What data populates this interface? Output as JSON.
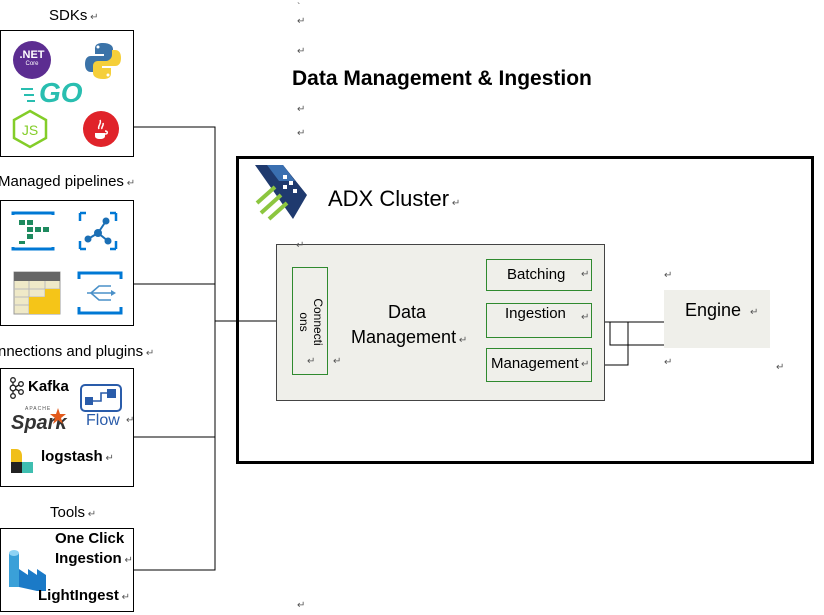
{
  "title": "Data Management & Ingestion",
  "groups": {
    "sdks": "SDKs",
    "managed_pipelines": "Managed pipelines",
    "connections_plugins": "nnections and plugins",
    "tools": "Tools"
  },
  "sdk_icons": {
    "dotnet": ".NET",
    "dotnet_sub": "Core",
    "go": "GO",
    "js": "JS"
  },
  "connectors": {
    "kafka": "Kafka",
    "spark": "Spark",
    "spark_sup": "APACHE",
    "flow": "Flow",
    "logstash": "logstash"
  },
  "tools": {
    "one_click_line1": "One Click",
    "one_click_line2": "Ingestion",
    "lightingest": "LightIngest"
  },
  "cluster": {
    "label": "ADX Cluster",
    "data_management_line1": "Data",
    "data_management_line2": "Management",
    "connections_line1": "Connecti",
    "connections_line2": "ons",
    "batching": "Batching",
    "ingestion": "Ingestion",
    "management": "Management",
    "engine": "Engine"
  },
  "colors": {
    "green_border": "#2f8a2f",
    "panel": "#efefea",
    "adx_blue": "#1f3a6e",
    "adx_green": "#8cc63f"
  }
}
